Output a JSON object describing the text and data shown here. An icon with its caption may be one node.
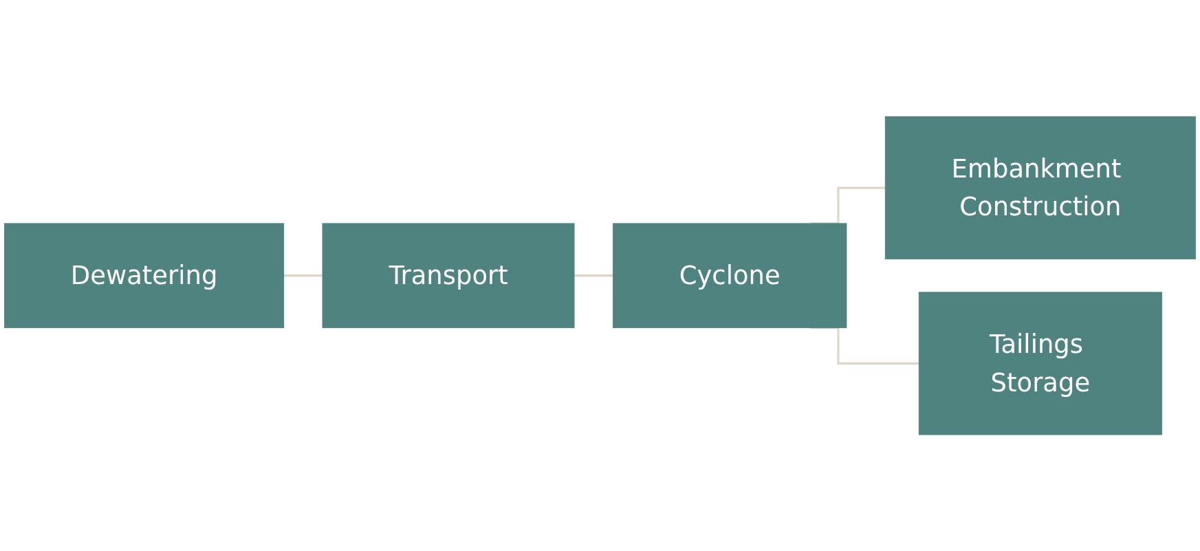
{
  "diagram": {
    "nodes": [
      {
        "text": [
          "Dewatering"
        ]
      },
      {
        "text": [
          "Transport"
        ]
      },
      {
        "text": [
          "Cyclone"
        ]
      },
      {
        "text": [
          "Embankment Construction"
        ]
      },
      {
        "text": [
          "Tailings Storage"
        ]
      }
    ],
    "edges": [
      {
        "from": 0,
        "to": 1,
        "arrow": "none"
      },
      {
        "from": 1,
        "to": 2,
        "arrow": "none"
      },
      {
        "from": 2,
        "to": 3,
        "arrow": "none"
      },
      {
        "from": 2,
        "to": 4,
        "arrow": "none"
      }
    ]
  }
}
